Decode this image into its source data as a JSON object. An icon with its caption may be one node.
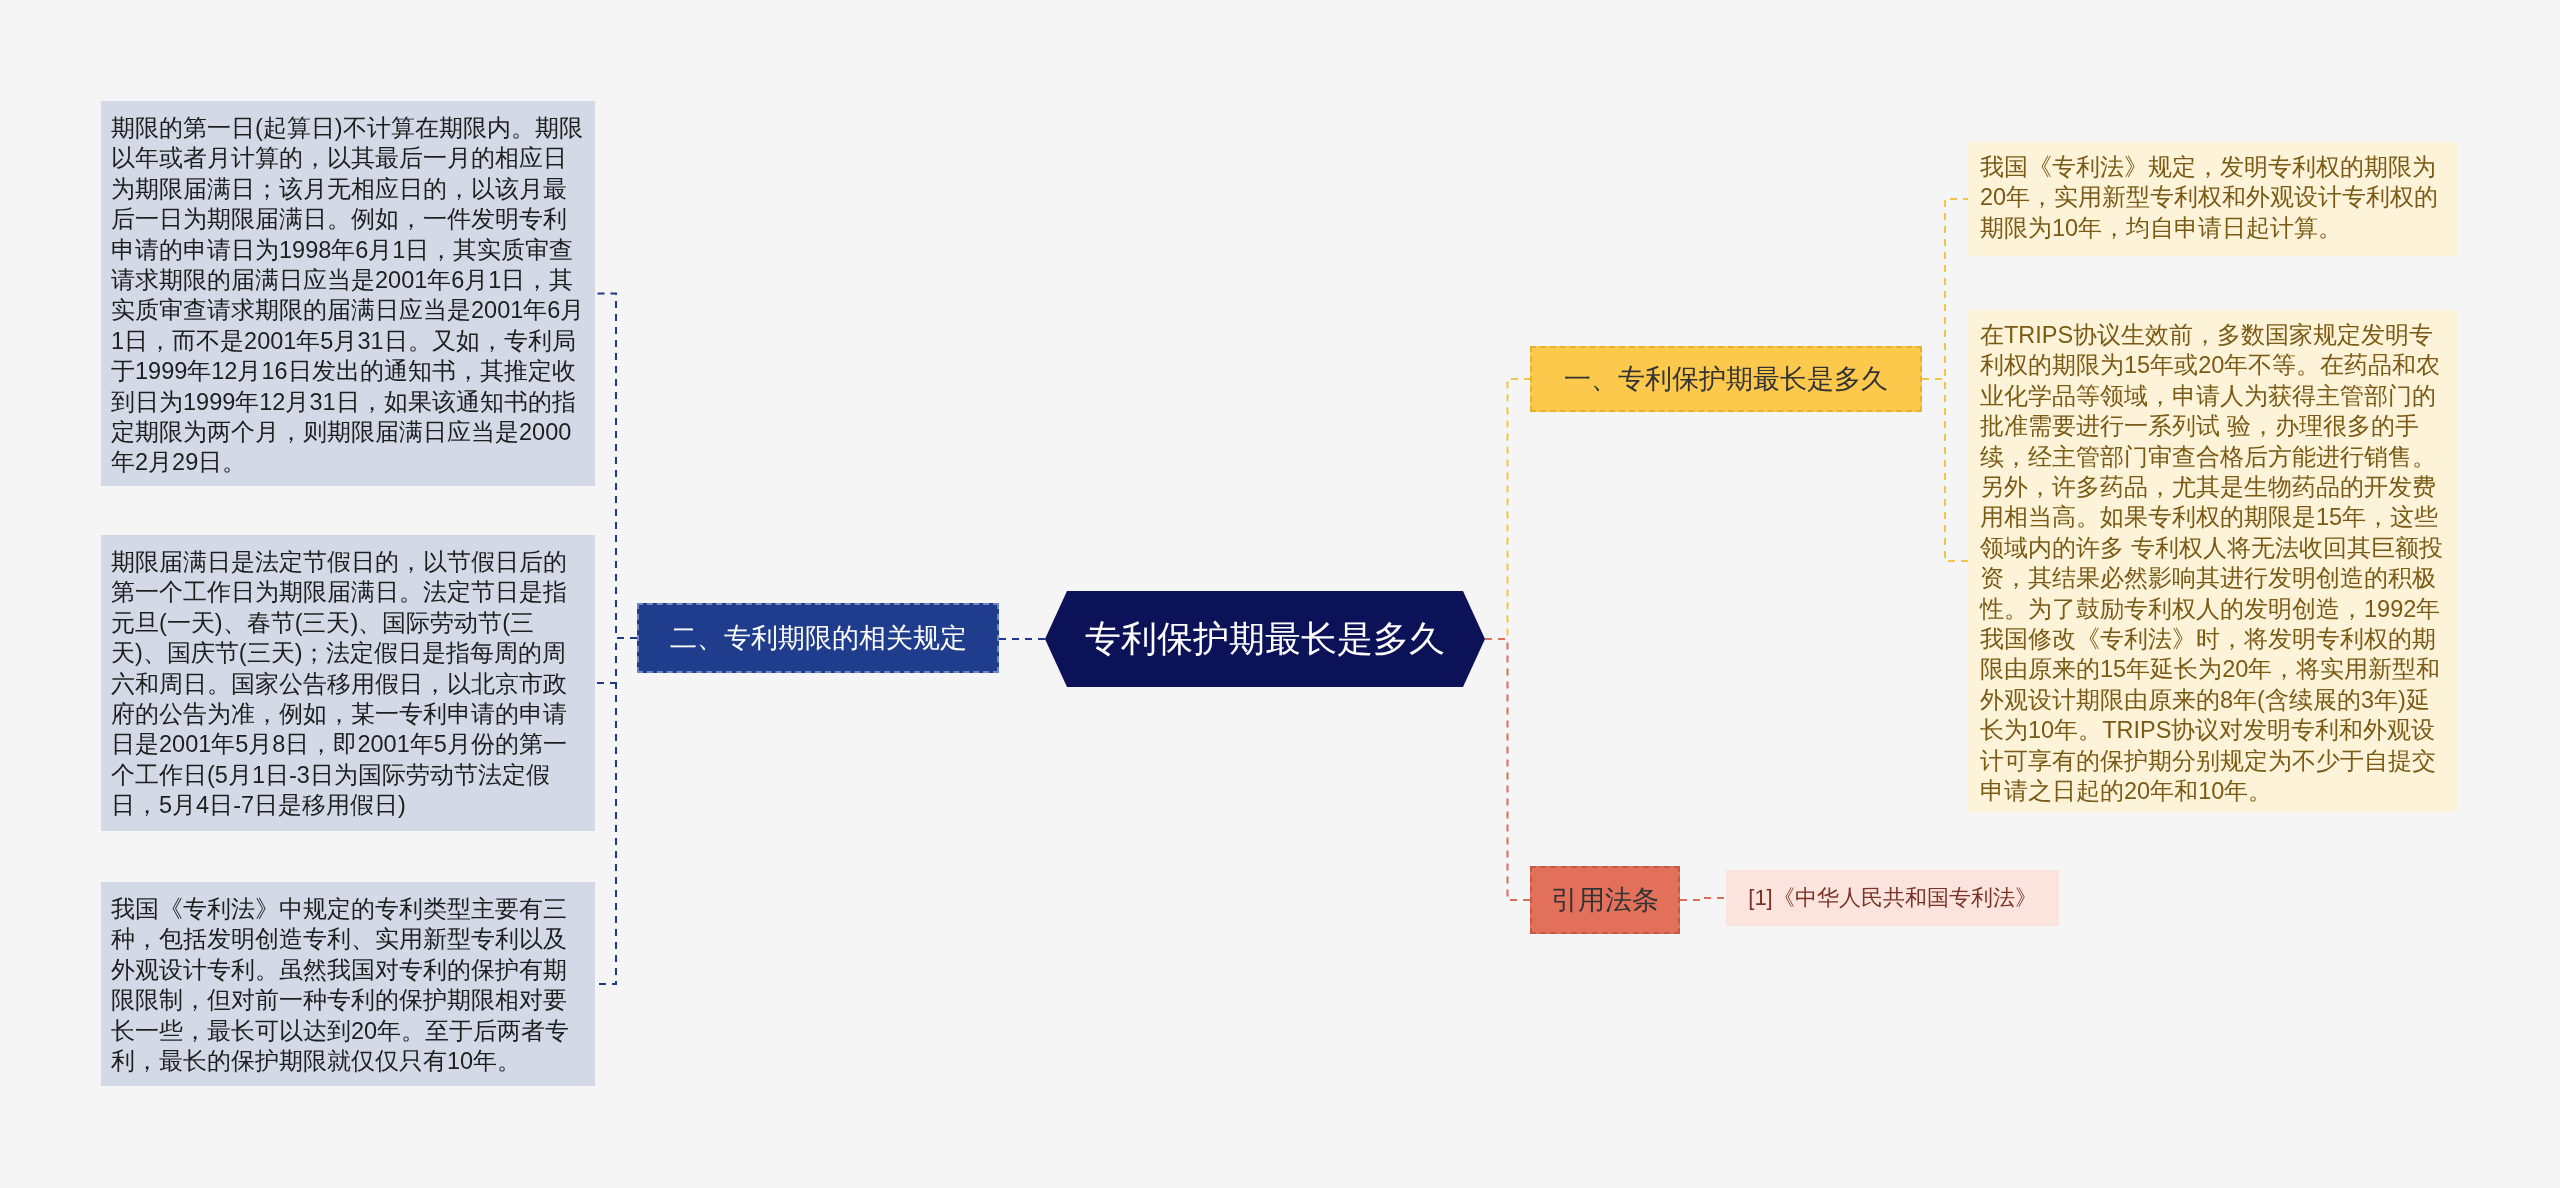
{
  "diagram": {
    "nodes": [
      {
        "text": [
          "专利保护期最长是多久"
        ]
      },
      {
        "text": [
          "一、专利保护期最长是多久"
        ]
      },
      {
        "text": [
          "我国《专利法》规定，发明专利权的期限为20年，实用新型专利权和外观设计专利权的期限为10年，均自申请日起计算。"
        ]
      },
      {
        "text": [
          "在TRIPS协议生效前，多数国家规定发明专利权的期限为15年或20年不等。在药品和农业化学品等领域，申请人为获得主管部门的批准需要进行一系列试 验，办理很多的手续，经主管部门审查合格后方能进行销售。另外，许多药品，尤其是生物药品的开发费用相当高。如果专利权的期限是15年，这些领域内的许多 专利权人将无法收回其巨额投资，其结果必然影响其进行发明创造的积极性。为了鼓励专利权人的发明创造，1992年我国修改《专利法》时，将发明专利权的期限由原来的15年延长为20年，将实用新型和外观设计期限由原来的8年(含续展的3年)延长为10年。TRIPS协议对发明专利和外观设计可享有的保护期分别规定为不少于自提交申请之日起的20年和10年。"
        ]
      },
      {
        "text": [
          "引用法条"
        ]
      },
      {
        "text": [
          "[1]《中华人民共和国专利法》"
        ]
      },
      {
        "text": [
          "二、专利期限的相关规定"
        ]
      },
      {
        "text": [
          "期限的第一日(起算日)不计算在期限内。期限以年或者月计算的，以其最后一月的相应日为期限届满日；该月无相应日的，以该月最后一日为期限届满日。例如，一件发明专利申请的申请日为1998年6月1日，其实质审查请求期限的届满日应当是2001年6月1日，其实质审查请求期限的届满日应当是2001年6月1日，而不是2001年5月31日。又如，专利局于1999年12月16日发出的通知书，其推定收到日为1999年12月31日，如果该通知书的指定期限为两个月，则期限届满日应当是2000年2月29日。"
        ]
      },
      {
        "text": [
          "期限届满日是法定节假日的，以节假日后的第一个工作日为期限届满日。法定节日是指元旦(一天)、春节(三天)、国际劳动节(三天)、国庆节(三天)；法定假日是指每周的周六和周日。国家公告移用假日，以北京市政府的公告为准，例如，某一专利申请的申请日是2001年5月8日，即2001年5月份的第一个工作日(5月1日-3日为国际劳动节法定假日，5月4日-7日是移用假日)"
        ]
      },
      {
        "text": [
          "我国《专利法》中规定的专利类型主要有三种，包括发明创造专利、实用新型专利以及外观设计专利。虽然我国对专利的保护有期限限制，但对前一种专利的保护期限相对要长一些，最长可以达到20年。至于后两者专利，最长的保护期限就仅仅只有10年。"
        ]
      }
    ],
    "edges": [
      {
        "from": 0,
        "to": 1,
        "arrow": "none",
        "style": "dashed",
        "color": "#f2c54a"
      },
      {
        "from": 1,
        "to": 2,
        "arrow": "none",
        "style": "dashed",
        "color": "#f2c54a"
      },
      {
        "from": 1,
        "to": 3,
        "arrow": "none",
        "style": "dashed",
        "color": "#f2c54a"
      },
      {
        "from": 0,
        "to": 4,
        "arrow": "none",
        "style": "dashed",
        "color": "#dd6f58"
      },
      {
        "from": 4,
        "to": 5,
        "arrow": "none",
        "style": "dashed",
        "color": "#dd6f58"
      },
      {
        "from": 0,
        "to": 6,
        "arrow": "none",
        "style": "dashed",
        "color": "#1f3a8a"
      },
      {
        "from": 6,
        "to": 7,
        "arrow": "none",
        "style": "dashed",
        "color": "#1f3a8a"
      },
      {
        "from": 6,
        "to": 8,
        "arrow": "none",
        "style": "dashed",
        "color": "#1f3a8a"
      },
      {
        "from": 6,
        "to": 9,
        "arrow": "none",
        "style": "dashed",
        "color": "#1f3a8a"
      }
    ]
  }
}
